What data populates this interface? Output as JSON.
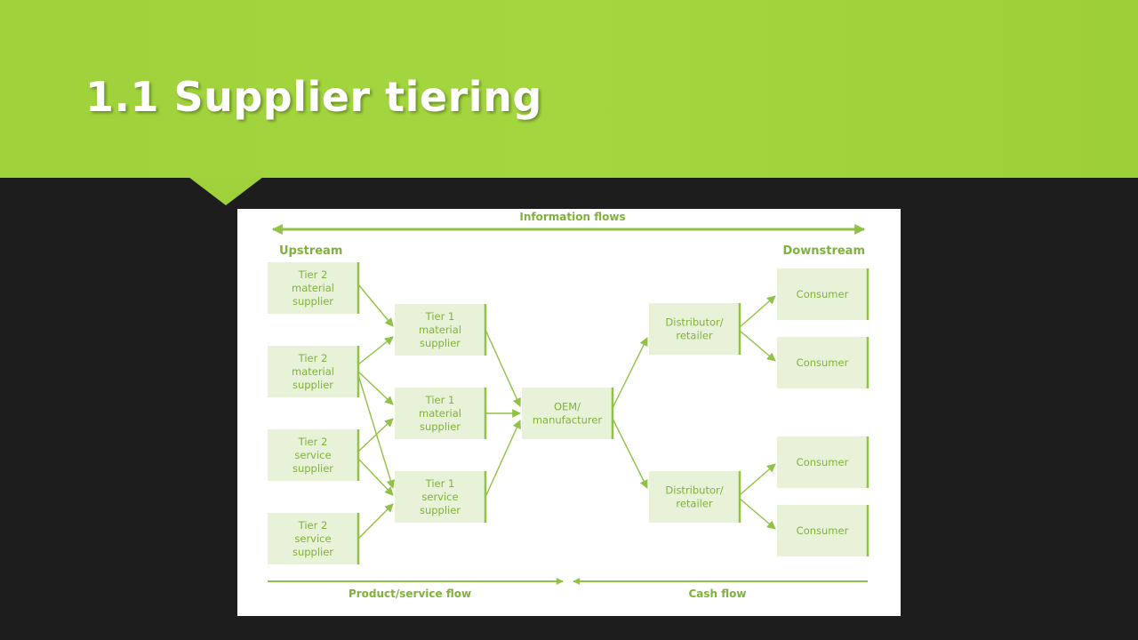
{
  "slide": {
    "title": "1.1 Supplier tiering"
  },
  "diagram": {
    "information_flows": "Information flows",
    "upstream": "Upstream",
    "downstream": "Downstream",
    "product_service_flow": "Product/service flow",
    "cash_flow": "Cash flow",
    "tier2": [
      [
        "Tier 2",
        "material",
        "supplier"
      ],
      [
        "Tier 2",
        "material",
        "supplier"
      ],
      [
        "Tier 2",
        "service",
        "supplier"
      ],
      [
        "Tier 2",
        "service",
        "supplier"
      ]
    ],
    "tier1": [
      [
        "Tier 1",
        "material",
        "supplier"
      ],
      [
        "Tier 1",
        "material",
        "supplier"
      ],
      [
        "Tier 1",
        "service",
        "supplier"
      ]
    ],
    "oem": [
      "OEM/",
      "manufacturer"
    ],
    "distributors": [
      [
        "Distributor/",
        "retailer"
      ],
      [
        "Distributor/",
        "retailer"
      ]
    ],
    "consumers": [
      "Consumer",
      "Consumer",
      "Consumer",
      "Consumer"
    ]
  },
  "colors": {
    "banner": "#a0d33b",
    "background": "#1d1d1d",
    "diagram_green": "#8fc245",
    "box_fill": "#e8f2d8",
    "text_green": "#7fb23a"
  }
}
